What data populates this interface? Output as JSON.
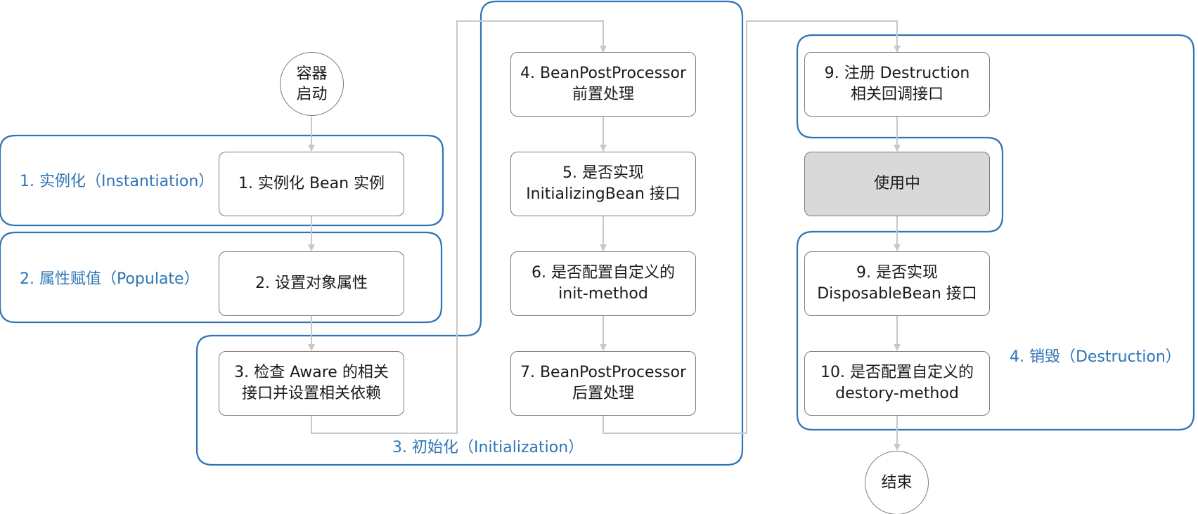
{
  "nodes": {
    "start": "容器\n启动",
    "step1": "1. 实例化 Bean 实例",
    "step2": "2. 设置对象属性",
    "step3": "3. 检查 Aware 的相关\n接口并设置相关依赖",
    "step4": "4. BeanPostProcessor\n前置处理",
    "step5": "5. 是否实现\nInitializingBean 接口",
    "step6": "6. 是否配置自定义的\ninit-method",
    "step7": "7. BeanPostProcessor\n后置处理",
    "step9a": "9. 注册 Destruction\n相关回调接口",
    "using": "使用中",
    "step9b": "9. 是否实现\nDisposableBean 接口",
    "step10": "10. 是否配置自定义的\ndestory-method",
    "end": "结束"
  },
  "phases": {
    "instantiation": "1. 实例化（Instantiation）",
    "populate": "2. 属性赋值（Populate）",
    "initialization": "3. 初始化（Initialization）",
    "destruction": "4. 销毁（Destruction）"
  },
  "colors": {
    "phase_border": "#2e75b6",
    "phase_text": "#2e75b6",
    "connector": "#c8c8c8",
    "node_border": "#7a7a7a",
    "using_fill": "#d9d9d9"
  }
}
